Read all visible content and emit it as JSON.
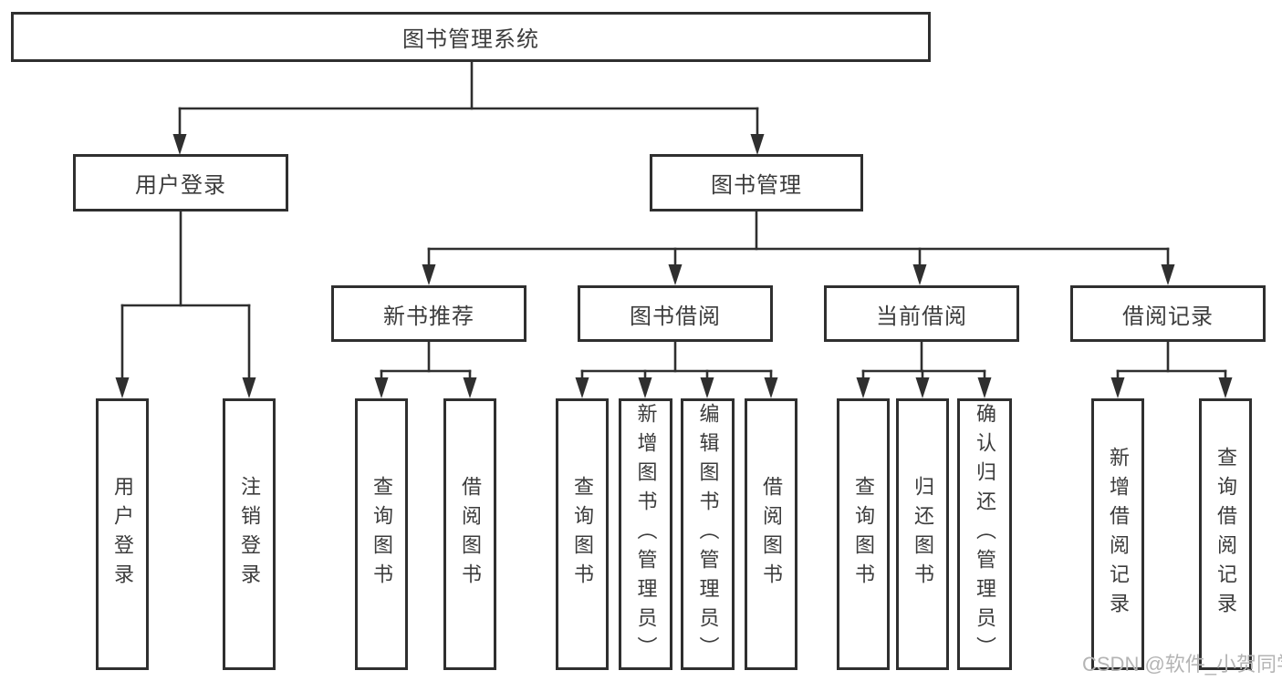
{
  "tree": {
    "label": "图书管理系统",
    "children": [
      {
        "label": "用户登录",
        "children": [
          {
            "label": "用户登录"
          },
          {
            "label": "注销登录"
          }
        ]
      },
      {
        "label": "图书管理",
        "children": [
          {
            "label": "新书推荐",
            "children": [
              {
                "label": "查询图书"
              },
              {
                "label": "借阅图书"
              }
            ]
          },
          {
            "label": "图书借阅",
            "children": [
              {
                "label": "查询图书"
              },
              {
                "label": "新增图书（管理员）"
              },
              {
                "label": "编辑图书（管理员）"
              },
              {
                "label": "借阅图书"
              }
            ]
          },
          {
            "label": "当前借阅",
            "children": [
              {
                "label": "查询图书"
              },
              {
                "label": "归还图书"
              },
              {
                "label": "确认归还（管理员）"
              }
            ]
          },
          {
            "label": "借阅记录",
            "children": [
              {
                "label": "新增借阅记录"
              },
              {
                "label": "查询借阅记录"
              }
            ]
          }
        ]
      }
    ]
  },
  "watermark": {
    "text": "CSDN @软件_小贺同学"
  },
  "colors": {
    "line": "#2f2f2f",
    "box_border": "#2f2f2f",
    "text": "#3c3c3c",
    "watermark": "#b4b4b4",
    "background": "#ffffff"
  }
}
